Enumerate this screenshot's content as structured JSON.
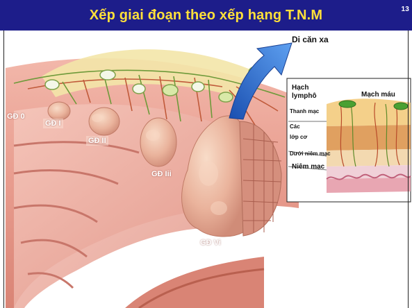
{
  "slide": {
    "title": "Xếp giai đoạn theo xếp hạng T.N.M",
    "number": "13"
  },
  "labels": {
    "metastasis": "Di căn xa",
    "stage0": "GĐ 0",
    "stage1": "GĐ I",
    "stage2": "GĐ II",
    "stage3": "GĐ Iii",
    "stage4": "GĐ Vi"
  },
  "inset": {
    "lymph_vessel_line1": "Hạch",
    "lymph_vessel_line2": "lymphô",
    "blood_vessel": "Mạch máu",
    "serosa": "Thanh mạc",
    "muscle_line1": "Các",
    "muscle_line2": "lớp cơ",
    "submucosa": "Dưới niêm mạc",
    "mucosa": "Niêm mạc"
  },
  "colors": {
    "title_bg": "#1d1d8a",
    "title_text": "#ffe03a",
    "arrow": "#2f6fd0",
    "tissue_pink": "#e8a39a",
    "tumor": "#e8b49e"
  }
}
